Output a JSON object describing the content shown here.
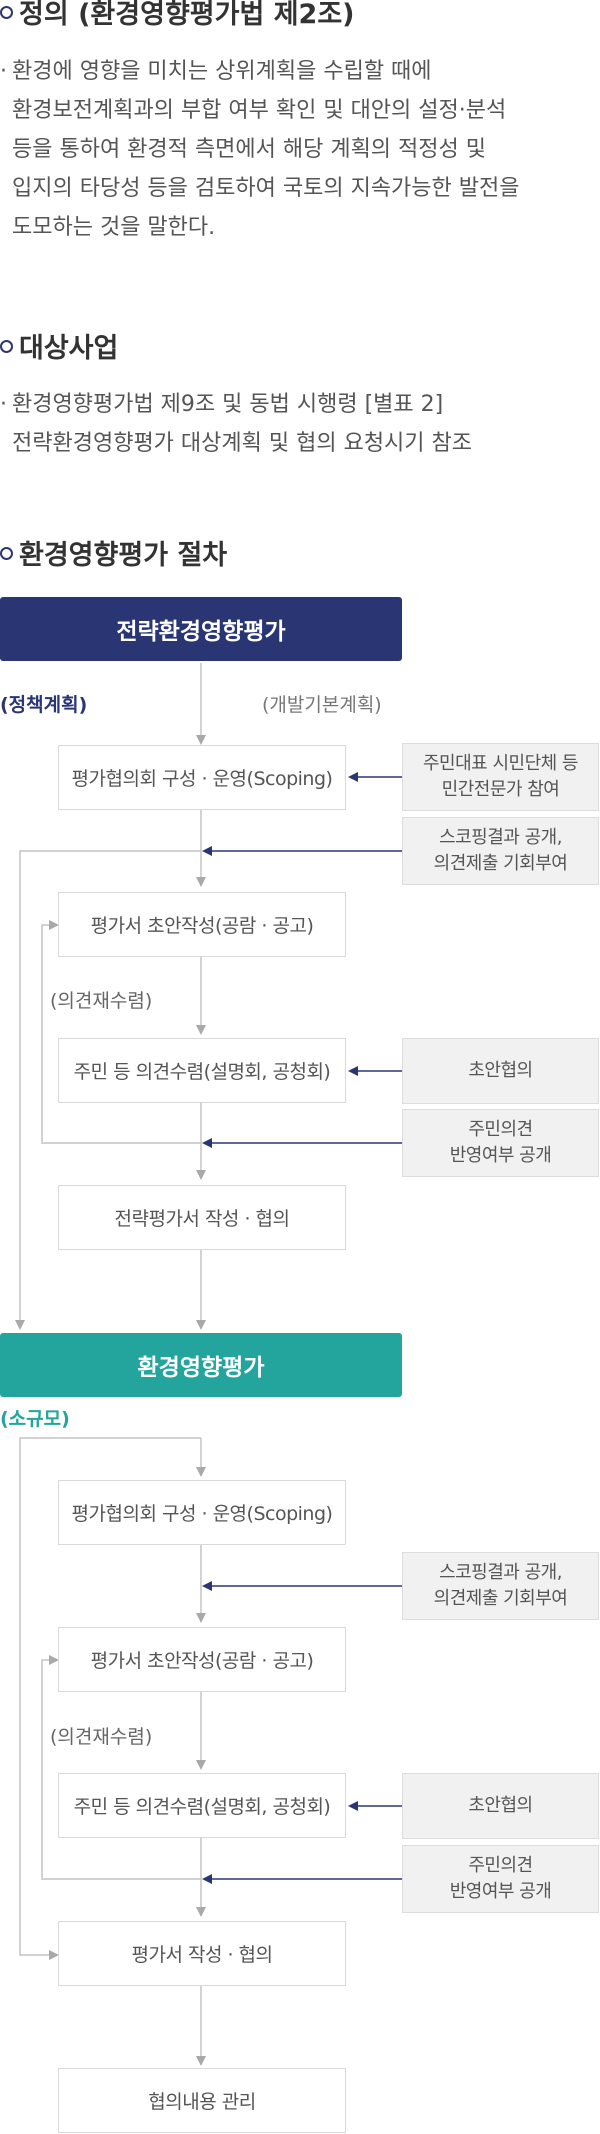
{
  "definition": {
    "heading": "정의 (환경영향평가법 제2조)",
    "lines": [
      "환경에 영향을 미치는 상위계획을 수립할 때에",
      "환경보전계획과의 부합 여부 확인 및 대안의 설정·분석",
      "등을 통하여 환경적 측면에서 해당 계획의 적정성 및",
      "입지의 타당성 등을 검토하여 국토의 지속가능한 발전을",
      "도모하는 것을 말한다."
    ]
  },
  "targets": {
    "heading": "대상사업",
    "lines": [
      "환경영향평가법 제9조 및 동법 시행령 [별표 2]",
      "전략환경영향평가 대상계획 및 협의 요청시기 참조"
    ]
  },
  "procedure": {
    "heading": "환경영향평가 절차",
    "strategic": {
      "title": "전략환경영향평가",
      "policy_label": "(정책계획)",
      "dev_label": "(개발기본계획)",
      "step_scoping": "평가협의회 구성 · 운영(Scoping)",
      "side_residents": [
        "주민대표 시민단체 등",
        "민간전문가 참여"
      ],
      "side_scoping_result": [
        "스코핑결과 공개,",
        "의견제출 기회부여"
      ],
      "step_draft": "평가서 초안작성(공람 · 공고)",
      "recollect_label": "(의견재수렴)",
      "step_opinion": "주민 등 의견수렴(설명회, 공청회)",
      "side_draft_consult": [
        "초안협의"
      ],
      "side_reflect": [
        "주민의견",
        "반영여부 공개"
      ],
      "step_final": "전략평가서 작성 · 협의"
    },
    "eia": {
      "title": "환경영향평가",
      "small_label": "(소규모)",
      "step_scoping": "평가협의회 구성 · 운영(Scoping)",
      "side_scoping_result": [
        "스코핑결과 공개,",
        "의견제출 기회부여"
      ],
      "step_draft": "평가서 초안작성(공람 · 공고)",
      "recollect_label": "(의견재수렴)",
      "step_opinion": "주민 등 의견수렴(설명회, 공청회)",
      "side_draft_consult": [
        "초안협의"
      ],
      "side_reflect": [
        "주민의견",
        "반영여부 공개"
      ],
      "step_final": "평가서 작성 · 협의",
      "step_manage": "협의내용 관리"
    }
  },
  "colors": {
    "navy": "#2a3674",
    "teal": "#23a59e",
    "line": "#bcbcbc",
    "arrow_dark": "#2a3674"
  }
}
